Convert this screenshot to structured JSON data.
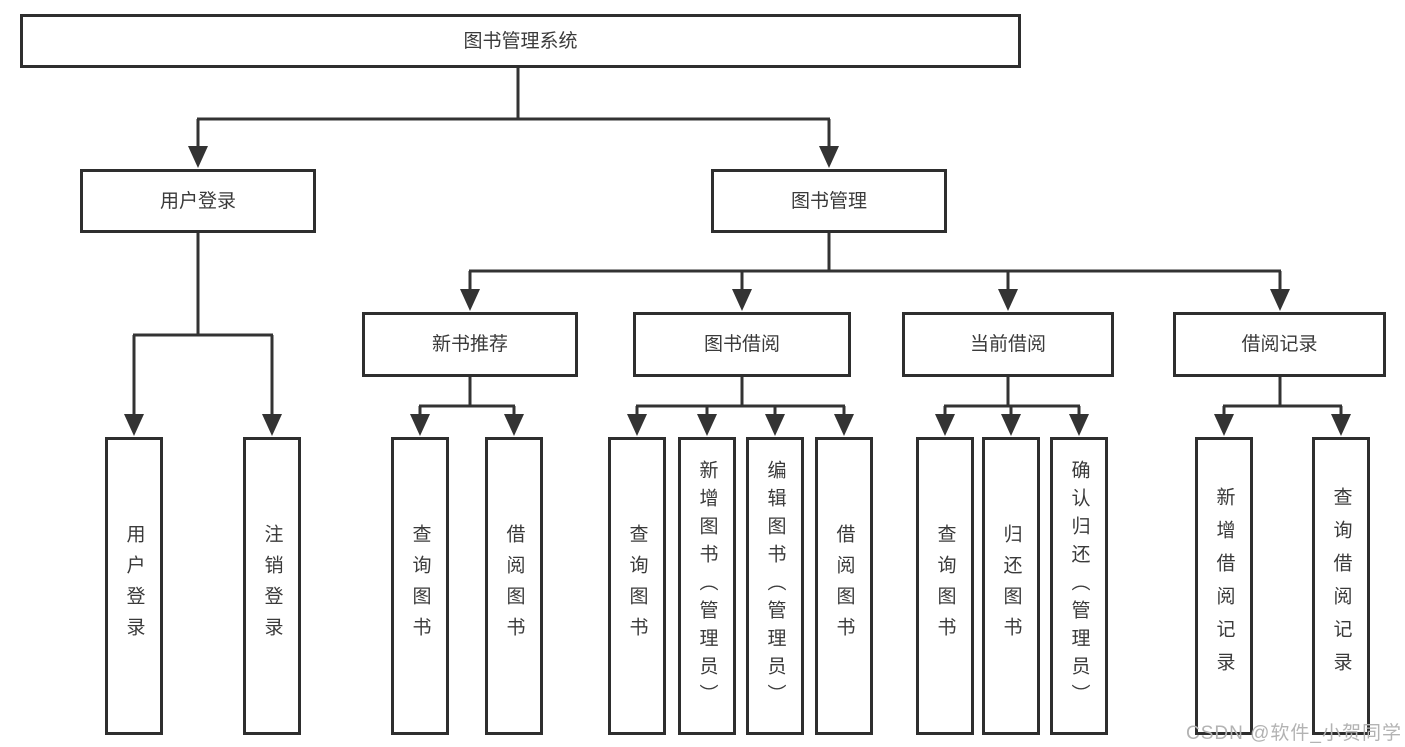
{
  "root": {
    "label": "图书管理系统"
  },
  "branches": [
    {
      "label": "用户登录",
      "children": [
        {
          "label": "用户登录"
        },
        {
          "label": "注销登录"
        }
      ]
    },
    {
      "label": "图书管理",
      "children": [
        {
          "label": "新书推荐",
          "children": [
            {
              "label": "查询图书"
            },
            {
              "label": "借阅图书"
            }
          ]
        },
        {
          "label": "图书借阅",
          "children": [
            {
              "label": "查询图书"
            },
            {
              "label": "新增图书（管理员）"
            },
            {
              "label": "编辑图书（管理员）"
            },
            {
              "label": "借阅图书"
            }
          ]
        },
        {
          "label": "当前借阅",
          "children": [
            {
              "label": "查询图书"
            },
            {
              "label": "归还图书"
            },
            {
              "label": "确认归还（管理员）"
            }
          ]
        },
        {
          "label": "借阅记录",
          "children": [
            {
              "label": "新增借阅记录"
            },
            {
              "label": "查询借阅记录"
            }
          ]
        }
      ]
    }
  ],
  "watermark": "CSDN @软件_小贺同学",
  "colors": {
    "line": "#333333",
    "border": "#2e2e2e",
    "text": "#3a3a3a",
    "watermark": "#b3b3b3",
    "background": "#ffffff"
  }
}
